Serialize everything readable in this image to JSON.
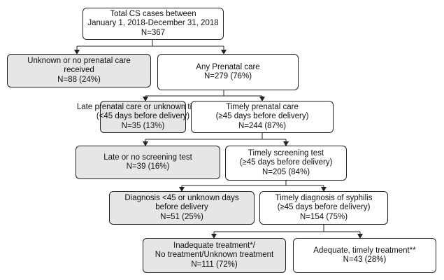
{
  "nodes": {
    "total": {
      "lines": [
        "Total CS cases between",
        "January 1, 2018-December 31, 2018",
        "N=367"
      ]
    },
    "no_prenatal": {
      "lines": [
        "Unknown or no prenatal care",
        "received",
        "N=88 (24%)"
      ]
    },
    "any_prenatal": {
      "lines": [
        "Any Prenatal care",
        "N=279 (76%)"
      ]
    },
    "late_prenatal": {
      "lines": [
        "Late prenatal care or unknown timing",
        "(<45 days before delivery)",
        "N=35 (13%)"
      ]
    },
    "timely_prenatal": {
      "lines": [
        "Timely prenatal care",
        "(≥45 days before delivery)",
        "N=244 (87%)"
      ]
    },
    "late_screening": {
      "lines": [
        "Late or no screening test",
        "N=39 (16%)"
      ]
    },
    "timely_screening": {
      "lines": [
        "Timely screening test",
        "(≥45 days before delivery)",
        "N=205 (84%)"
      ]
    },
    "late_diagnosis": {
      "lines": [
        "Diagnosis <45 or unknown days",
        "before delivery",
        "N=51 (25%)"
      ]
    },
    "timely_diagnosis": {
      "lines": [
        "Timely diagnosis of syphilis",
        "(≥45 days before delivery)",
        "N=154 (75%)"
      ]
    },
    "inadequate_treatment": {
      "lines": [
        "Inadequate treatment*/",
        "No treatment/Unknown treatment",
        "N=111 (72%)"
      ]
    },
    "adequate_treatment": {
      "lines": [
        "Adequate, timely treatment**",
        "N=43 (28%)"
      ]
    }
  },
  "colors": {
    "highlight_fill": "#e6e6e6",
    "plain_fill": "#ffffff",
    "stroke": "#222222"
  }
}
